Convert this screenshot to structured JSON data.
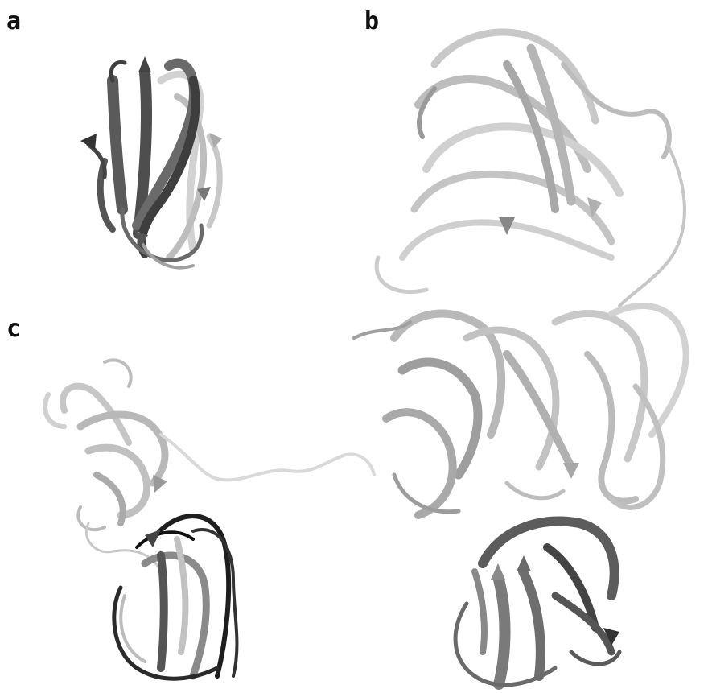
{
  "figure": {
    "panels": [
      {
        "id": "a",
        "label": "a"
      },
      {
        "id": "b",
        "label": "b"
      },
      {
        "id": "c",
        "label": "c"
      }
    ],
    "colors": {
      "ribbon_dark": "#5a5a5a",
      "ribbon_mid": "#8c8c8c",
      "ribbon_light": "#d2d2d2",
      "ribbon_black": "#1e1e1e",
      "coil": "#bdbdbd"
    }
  }
}
